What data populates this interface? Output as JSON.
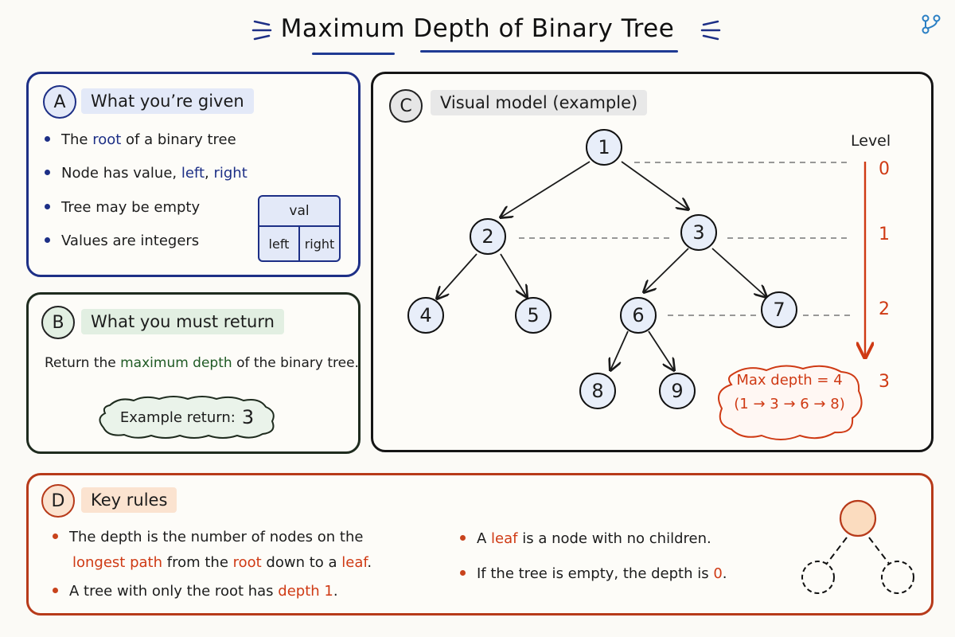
{
  "title": "Maximum Depth of Binary Tree",
  "colors": {
    "blue": "#1d2f86",
    "green": "#1f5a24",
    "red": "#cf3a14",
    "dark": "#151515"
  },
  "top_icon": "git-branch-icon",
  "panel_a": {
    "badge": "A",
    "heading": "What you’re given",
    "b1": {
      "t1": "The ",
      "k1": "root",
      "t2": " of a binary tree"
    },
    "b2": {
      "t1": "Node has value, ",
      "k1": "left",
      "t2": ", ",
      "k2": "right"
    },
    "b3": "Tree may be empty",
    "b4": "Values are integers",
    "node_struct": {
      "val": "val",
      "left": "left",
      "right": "right"
    }
  },
  "panel_b": {
    "badge": "B",
    "heading": "What you must return",
    "desc": {
      "t1": "Return the ",
      "k1": "maximum depth",
      "t2": " of the binary tree."
    },
    "example_label": "Example return:",
    "example_value": "3"
  },
  "panel_c": {
    "badge": "C",
    "heading": "Visual model (example)",
    "level_title": "Level",
    "levels": [
      "0",
      "1",
      "2",
      "3"
    ],
    "nodes": [
      "1",
      "2",
      "3",
      "4",
      "5",
      "6",
      "7",
      "8",
      "9"
    ],
    "max_depth_line1": "Max depth = 4",
    "max_depth_line2": "(1 → 3 → 6 → 8)"
  },
  "panel_d": {
    "badge": "D",
    "heading": "Key rules",
    "r1": {
      "t1": "The depth is the number of nodes on the",
      "k1": "longest path",
      "t2": " from the ",
      "k2": "root",
      "t3": " down to a ",
      "k3": "leaf",
      "t4": "."
    },
    "r2": {
      "t1": "A tree with only the root has ",
      "k1": "depth 1",
      "t2": "."
    },
    "r3": {
      "t1": "A ",
      "k1": "leaf",
      "t2": " is a node with no children."
    },
    "r4": {
      "t1": "If the tree is empty, the depth is ",
      "k1": "0",
      "t2": "."
    }
  }
}
